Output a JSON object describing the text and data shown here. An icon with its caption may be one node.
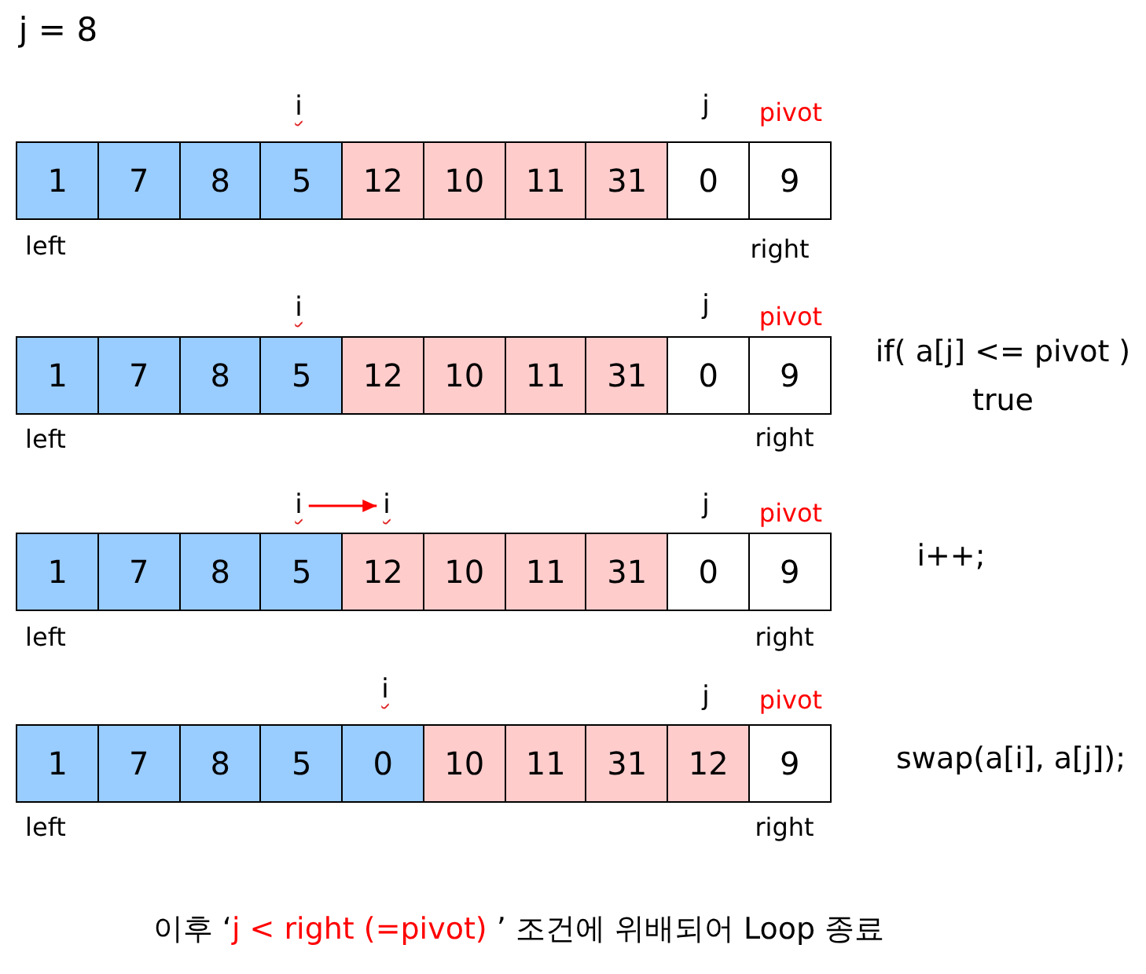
{
  "diagram": {
    "caption": "이후 ‘j < right (=pivot) ’ 조건에 위배되어 Loop 종료",
    "nodes": [
      {
        "text": [
          "1"
        ]
      },
      {
        "text": [
          "7"
        ]
      },
      {
        "text": [
          "8"
        ]
      },
      {
        "text": [
          "5"
        ]
      },
      {
        "text": [
          "12"
        ]
      },
      {
        "text": [
          "10"
        ]
      },
      {
        "text": [
          "11"
        ]
      },
      {
        "text": [
          "31"
        ]
      },
      {
        "text": [
          "0"
        ]
      },
      {
        "text": [
          "9"
        ]
      },
      {
        "text": [
          "1"
        ]
      },
      {
        "text": [
          "7"
        ]
      },
      {
        "text": [
          "8"
        ]
      },
      {
        "text": [
          "5"
        ]
      },
      {
        "text": [
          "12"
        ]
      },
      {
        "text": [
          "10"
        ]
      },
      {
        "text": [
          "11"
        ]
      },
      {
        "text": [
          "31"
        ]
      },
      {
        "text": [
          "0"
        ]
      },
      {
        "text": [
          "9"
        ]
      },
      {
        "text": [
          "i"
        ]
      },
      {
        "text": [
          "i"
        ]
      },
      {
        "text": [
          "1"
        ]
      },
      {
        "text": [
          "7"
        ]
      },
      {
        "text": [
          "8"
        ]
      },
      {
        "text": [
          "5"
        ]
      },
      {
        "text": [
          "12"
        ]
      },
      {
        "text": [
          "10"
        ]
      },
      {
        "text": [
          "11"
        ]
      },
      {
        "text": [
          "31"
        ]
      },
      {
        "text": [
          "0"
        ]
      },
      {
        "text": [
          "9"
        ]
      },
      {
        "text": [
          "1"
        ]
      },
      {
        "text": [
          "7"
        ]
      },
      {
        "text": [
          "8"
        ]
      },
      {
        "text": [
          "5"
        ]
      },
      {
        "text": [
          "0"
        ]
      },
      {
        "text": [
          "10"
        ]
      },
      {
        "text": [
          "11"
        ]
      },
      {
        "text": [
          "31"
        ]
      },
      {
        "text": [
          "12"
        ]
      },
      {
        "text": [
          "9"
        ]
      }
    ],
    "edges": [
      {
        "from": 20,
        "to": 21,
        "arrow": "to",
        "color": "#ff0000"
      }
    ],
    "labels": [
      "j = 8",
      "i",
      "j",
      "pivot",
      "left",
      "right",
      "i",
      "j",
      "pivot",
      "if( a[j] <= pivot )",
      "true",
      "left",
      "right",
      "j",
      "pivot",
      "i++;",
      "left",
      "right",
      "i",
      "j",
      "pivot",
      "swap(a[i], a[j]);",
      "left",
      "right"
    ]
  }
}
